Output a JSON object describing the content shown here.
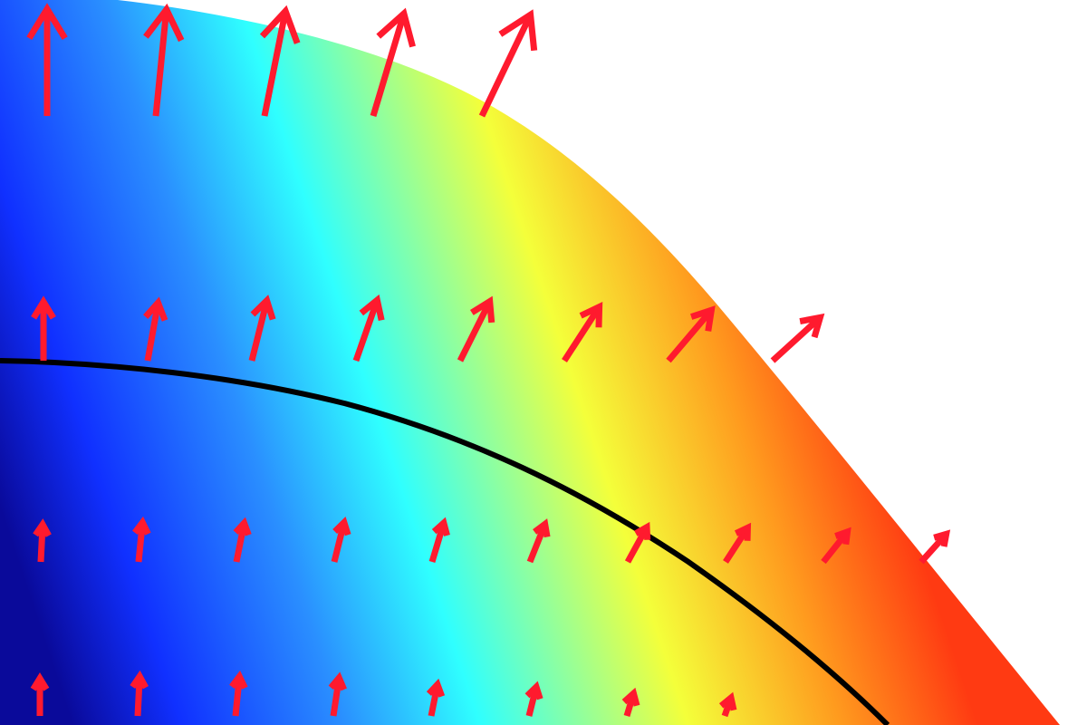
{
  "figure": {
    "kind": "vector field over color-mapped domain",
    "colormap": "jet",
    "colormap_stops": [
      "#0a0a9a",
      "#1030ff",
      "#2a8fff",
      "#2fffff",
      "#f4ff3a",
      "#ff9a1e",
      "#ff3a12"
    ],
    "arrow_color": "#ff1a2e",
    "boundary_color": "#000000",
    "background_color": "#ffffff",
    "arrow_rows": [
      {
        "name": "row-1",
        "arrows": [
          {
            "dx": 0.0,
            "dy": -1.0,
            "mag": 1.0
          },
          {
            "dx": 0.1,
            "dy": -1.0,
            "mag": 1.0
          },
          {
            "dx": 0.2,
            "dy": -1.0,
            "mag": 1.0
          },
          {
            "dx": 0.3,
            "dy": -1.0,
            "mag": 1.0
          },
          {
            "dx": 0.48,
            "dy": -1.0,
            "mag": 1.05
          }
        ]
      },
      {
        "name": "row-2",
        "arrows": [
          {
            "dx": 0.0,
            "dy": -1.0,
            "mag": 0.55
          },
          {
            "dx": 0.18,
            "dy": -1.0,
            "mag": 0.55
          },
          {
            "dx": 0.25,
            "dy": -1.0,
            "mag": 0.58
          },
          {
            "dx": 0.35,
            "dy": -1.0,
            "mag": 0.6
          },
          {
            "dx": 0.5,
            "dy": -1.0,
            "mag": 0.62
          },
          {
            "dx": 0.65,
            "dy": -1.0,
            "mag": 0.6
          },
          {
            "dx": 0.85,
            "dy": -1.0,
            "mag": 0.62
          },
          {
            "dx": 1.1,
            "dy": -1.0,
            "mag": 0.6
          }
        ]
      },
      {
        "name": "row-3",
        "arrows": [
          {
            "dx": 0.05,
            "dy": -1.0,
            "mag": 0.35
          },
          {
            "dx": 0.1,
            "dy": -1.0,
            "mag": 0.37
          },
          {
            "dx": 0.2,
            "dy": -1.0,
            "mag": 0.37
          },
          {
            "dx": 0.25,
            "dy": -1.0,
            "mag": 0.38
          },
          {
            "dx": 0.3,
            "dy": -1.0,
            "mag": 0.38
          },
          {
            "dx": 0.4,
            "dy": -1.0,
            "mag": 0.38
          },
          {
            "dx": 0.55,
            "dy": -1.0,
            "mag": 0.37
          },
          {
            "dx": 0.65,
            "dy": -1.0,
            "mag": 0.38
          },
          {
            "dx": 0.8,
            "dy": -1.0,
            "mag": 0.36
          },
          {
            "dx": 0.9,
            "dy": -1.0,
            "mag": 0.35
          }
        ]
      },
      {
        "name": "row-4",
        "arrows": [
          {
            "dx": 0.0,
            "dy": -1.0,
            "mag": 0.35
          },
          {
            "dx": 0.05,
            "dy": -1.0,
            "mag": 0.37
          },
          {
            "dx": 0.1,
            "dy": -1.0,
            "mag": 0.37
          },
          {
            "dx": 0.15,
            "dy": -1.0,
            "mag": 0.36
          },
          {
            "dx": 0.2,
            "dy": -1.0,
            "mag": 0.3
          },
          {
            "dx": 0.25,
            "dy": -1.0,
            "mag": 0.28
          },
          {
            "dx": 0.3,
            "dy": -1.0,
            "mag": 0.22
          },
          {
            "dx": 0.35,
            "dy": -1.0,
            "mag": 0.18
          }
        ]
      }
    ]
  }
}
